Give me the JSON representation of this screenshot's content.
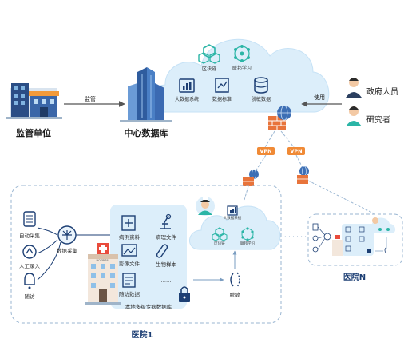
{
  "nodes": {
    "regulator": "监管单位",
    "central_db": "中心数据库",
    "hospital1": "医院1",
    "hospitalN": "医院N",
    "government": "政府人员",
    "researcher": "研究者"
  },
  "edges": {
    "supervise": "监管",
    "use": "使用",
    "vpn1": "VPN",
    "vpn2": "VPN"
  },
  "cloud_top": {
    "blockchain": "区块链",
    "federated": "联邦学习",
    "bigdata": "大数据系统",
    "standard": "数据标准",
    "desensitize": "脱敏数据"
  },
  "hospital1": {
    "collection": "数据采集",
    "auto": "自动采集",
    "manual": "人工录入",
    "followup": "随访",
    "medical_records": "病例资料",
    "pathology": "病理文件",
    "imaging": "影像文件",
    "biosample": "生物样本",
    "followup_data": "随访数据",
    "ellipsis": "……",
    "local_db": "本地多级专病数据库",
    "hospital_sign": "HOSPITAL",
    "desensitize": "脱敏",
    "cloud_bigdata": "大数据系统",
    "cloud_blockchain": "区块链",
    "cloud_federated": "联邦学习"
  },
  "dots": "· · · · · ·",
  "colors": {
    "cloud": "#dceefa",
    "cloud_dark": "#b9dcf3",
    "teal": "#2bb5a6",
    "navy": "#1d3f74",
    "orange": "#f08a36",
    "brick": "#e8743b",
    "dash": "#9ab6d2"
  }
}
